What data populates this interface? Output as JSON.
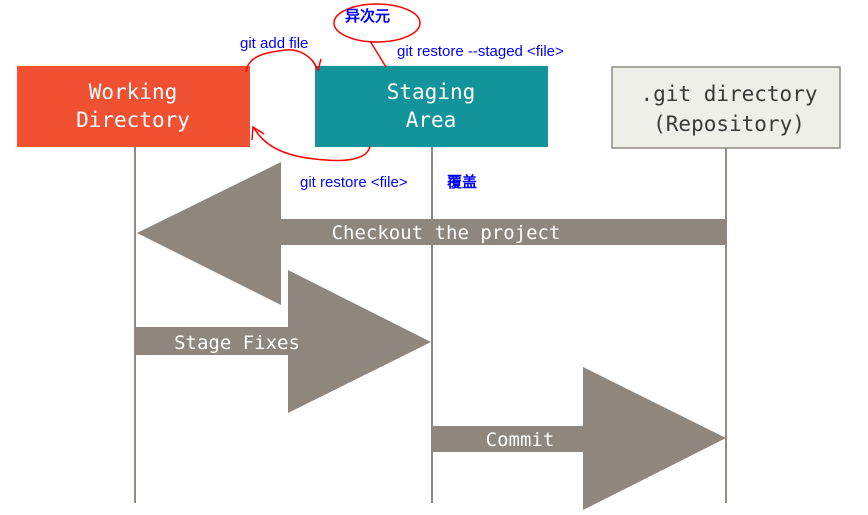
{
  "colors": {
    "working": "#f05133",
    "staging": "#13939a",
    "repo_fill": "#efefea",
    "repo_stroke": "#8f8a83",
    "arrow": "#8f877e",
    "lifeline": "#8f8a83",
    "annotation_text": "#0000ff",
    "annotation_stroke": "#ff0000"
  },
  "boxes": {
    "working": {
      "line1": "Working",
      "line2": "Directory"
    },
    "staging": {
      "line1": "Staging",
      "line2": "Area"
    },
    "repo": {
      "line1": ".git directory",
      "line2": "(Repository)"
    }
  },
  "arrows": {
    "checkout": "Checkout the project",
    "stage": "Stage Fixes",
    "commit": "Commit"
  },
  "annotations": {
    "add": "git add file",
    "restore_staged": "git restore --staged <file>",
    "circled": "异次元",
    "restore_file": "git restore <file>",
    "restore_file_suffix": "覆盖"
  }
}
